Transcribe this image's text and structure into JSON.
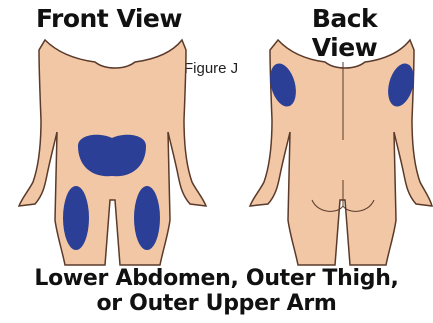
{
  "labels": {
    "front": "Front View",
    "back": "Back View",
    "figure": "Figure J"
  },
  "caption": {
    "line1": "Lower Abdomen, Outer Thigh,",
    "line2": "or Outer Upper Arm"
  },
  "colors": {
    "skin": "#f2c7a5",
    "outline": "#5a3a2a",
    "site": "#2b3f96"
  }
}
